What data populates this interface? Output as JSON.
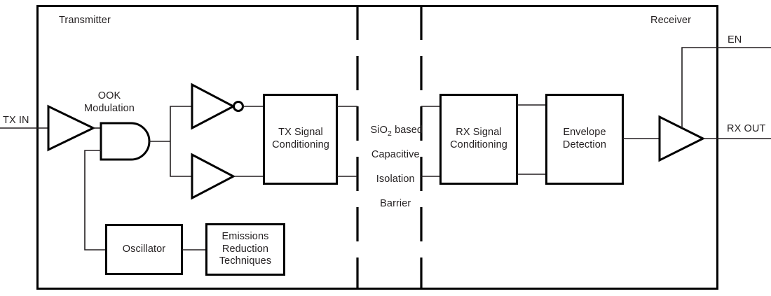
{
  "diagram": {
    "title_regions": {
      "transmitter": "Transmitter",
      "receiver": "Receiver"
    },
    "ports": {
      "tx_in": "TX IN",
      "rx_out": "RX OUT",
      "enable": "EN"
    },
    "annotations": {
      "ook": "OOK\nModulation"
    },
    "barrier": {
      "line1_pre": "SiO",
      "line1_sub": "2",
      "line1_post": " based",
      "line2": "Capacitive",
      "line3": "Isolation",
      "line4": "Barrier"
    },
    "blocks": [
      {
        "id": "tx-signal-conditioning",
        "label": "TX Signal\nConditioning"
      },
      {
        "id": "rx-signal-conditioning",
        "label": "RX Signal\nConditioning"
      },
      {
        "id": "envelope-detection",
        "label": "Envelope\nDetection"
      },
      {
        "id": "oscillator",
        "label": "Oscillator"
      },
      {
        "id": "emissions-reduction",
        "label": "Emissions\nReduction\nTechniques"
      }
    ],
    "colors": {
      "stroke": "#000000",
      "thin_stroke": "#231f20",
      "text": "#231f20",
      "background": "#ffffff"
    }
  }
}
